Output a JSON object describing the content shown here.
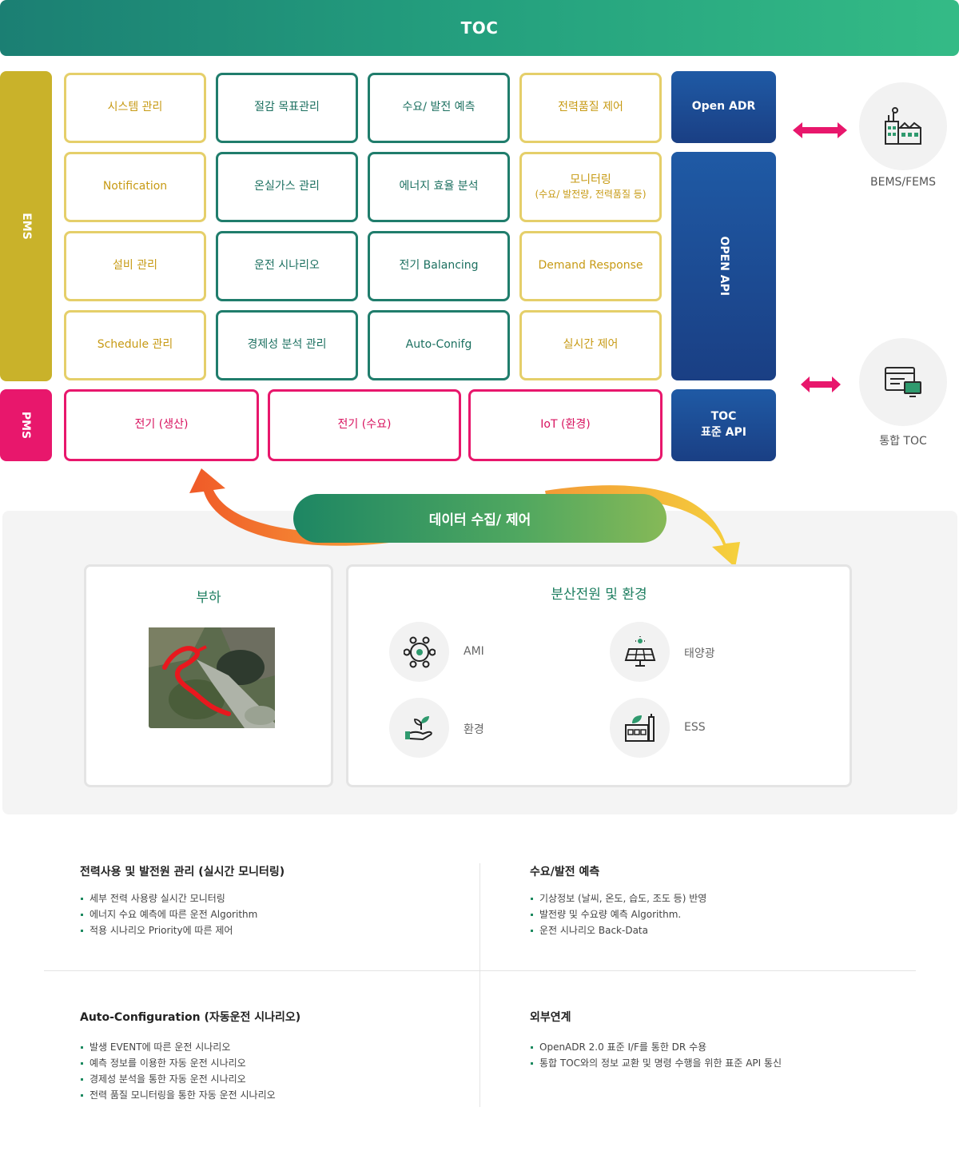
{
  "header": {
    "title": "TOC"
  },
  "ems": {
    "label": "EMS",
    "grid": [
      [
        "시스템 관리",
        "절감 목표관리",
        "수요/ 발전 예측",
        "전력품질 제어"
      ],
      [
        "Notification",
        "온실가스 관리",
        "에너지 효율 분석",
        "모니터링"
      ],
      [
        "설비 관리",
        "운전 시나리오",
        "전기 Balancing",
        "Demand Response"
      ],
      [
        "Schedule 관리",
        "경제성 분석 관리",
        "Auto-Conifg",
        "실시간 제어"
      ]
    ],
    "monitoring_sub": "(수요/ 발전량, 전력품질 등)"
  },
  "pms": {
    "label": "PMS",
    "items": [
      "전기 (생산)",
      "전기 (수요)",
      "IoT (환경)"
    ]
  },
  "apis": {
    "openadr": "Open ADR",
    "open_api": "OPEN API",
    "toc_api_line1": "TOC",
    "toc_api_line2": "표준 API"
  },
  "external": {
    "bems": {
      "label": "BEMS/FEMS",
      "icon": "factory-icon"
    },
    "toc": {
      "label": "통합 TOC",
      "icon": "monitor-icon"
    }
  },
  "data_flow": {
    "label": "데이터 수집/ 제어"
  },
  "load_card": {
    "title": "부하"
  },
  "distributed_card": {
    "title": "분산전원 및 환경",
    "items": [
      {
        "label": "AMI",
        "icon": "network-icon"
      },
      {
        "label": "태양광",
        "icon": "solar-panel-icon"
      },
      {
        "label": "환경",
        "icon": "plant-hand-icon"
      },
      {
        "label": "ESS",
        "icon": "energy-storage-icon"
      }
    ]
  },
  "info": [
    {
      "title": "전력사용 및 발전원 관리 (실시간 모니터링)",
      "items": [
        "세부 전력 사용량 실시간 모니터링",
        "에너지 수요 예측에 따른 운전 Algorithm",
        "적용 시나리오 Priority에 따른 제어"
      ]
    },
    {
      "title": "수요/발전 예측",
      "items": [
        "기상정보 (날씨, 온도, 습도, 조도 등) 반영",
        "발전량 및 수요량 예측 Algorithm.",
        "운전 시나리오 Back-Data"
      ]
    },
    {
      "title": "Auto-Configuration (자동운전 시나리오)",
      "items": [
        "발생 EVENT에 따른 운전 시나리오",
        "예측 정보를 이용한 자동 운전 시나리오",
        "경제성 분석을 통한 자동 운전 시나리오",
        "전력 품질 모니터링을 통한 자동 운전 시나리오"
      ]
    },
    {
      "title": "외부연계",
      "items": [
        "OpenADR 2.0 표준 I/F를 통한 DR 수용",
        "통합 TOC와의 정보 교환 및 명령 수행을 위한 표준 API 통신"
      ]
    }
  ],
  "colors": {
    "toc": "#24a07e",
    "ems": "#c9b22a",
    "pms": "#e8176c",
    "api": "#1a4a92",
    "green_box": "#207d6c",
    "yellow_box": "#e5cf6a"
  }
}
